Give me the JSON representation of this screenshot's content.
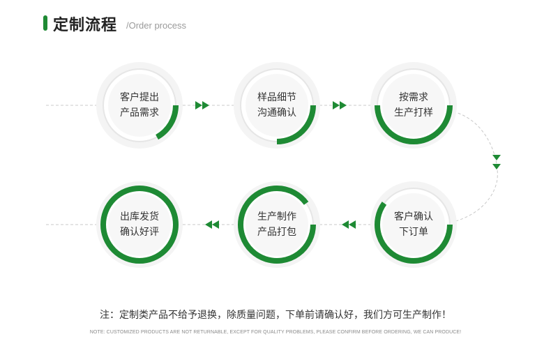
{
  "header": {
    "title": "定制流程",
    "subtitle": "/Order process"
  },
  "colors": {
    "accent": "#1e8a34",
    "ring": "#e6e6e6",
    "halo": "#f4f4f4",
    "dash": "#c8c8c8"
  },
  "steps": [
    {
      "line1": "客户提出",
      "line2": "产品需求",
      "progress": 0.17
    },
    {
      "line1": "样品细节",
      "line2": "沟通确认",
      "progress": 0.25
    },
    {
      "line1": "按需求",
      "line2": "生产打样",
      "progress": 0.5
    },
    {
      "line1": "客户确认",
      "line2": "下订单",
      "progress": 0.6
    },
    {
      "line1": "生产制作",
      "line2": "产品打包",
      "progress": 0.9
    },
    {
      "line1": "出库发货",
      "line2": "确认好评",
      "progress": 1.0
    }
  ],
  "notes": {
    "cn": "注：定制类产品不给予退换，除质量问题，下单前请确认好，我们方可生产制作！",
    "en": "NOTE: CUSTOMIZED PRODUCTS ARE NOT RETURNABLE, EXCEPT FOR QUALITY PROBLEMS, PLEASE CONFIRM BEFORE ORDERING, WE CAN PRODUCE!"
  }
}
